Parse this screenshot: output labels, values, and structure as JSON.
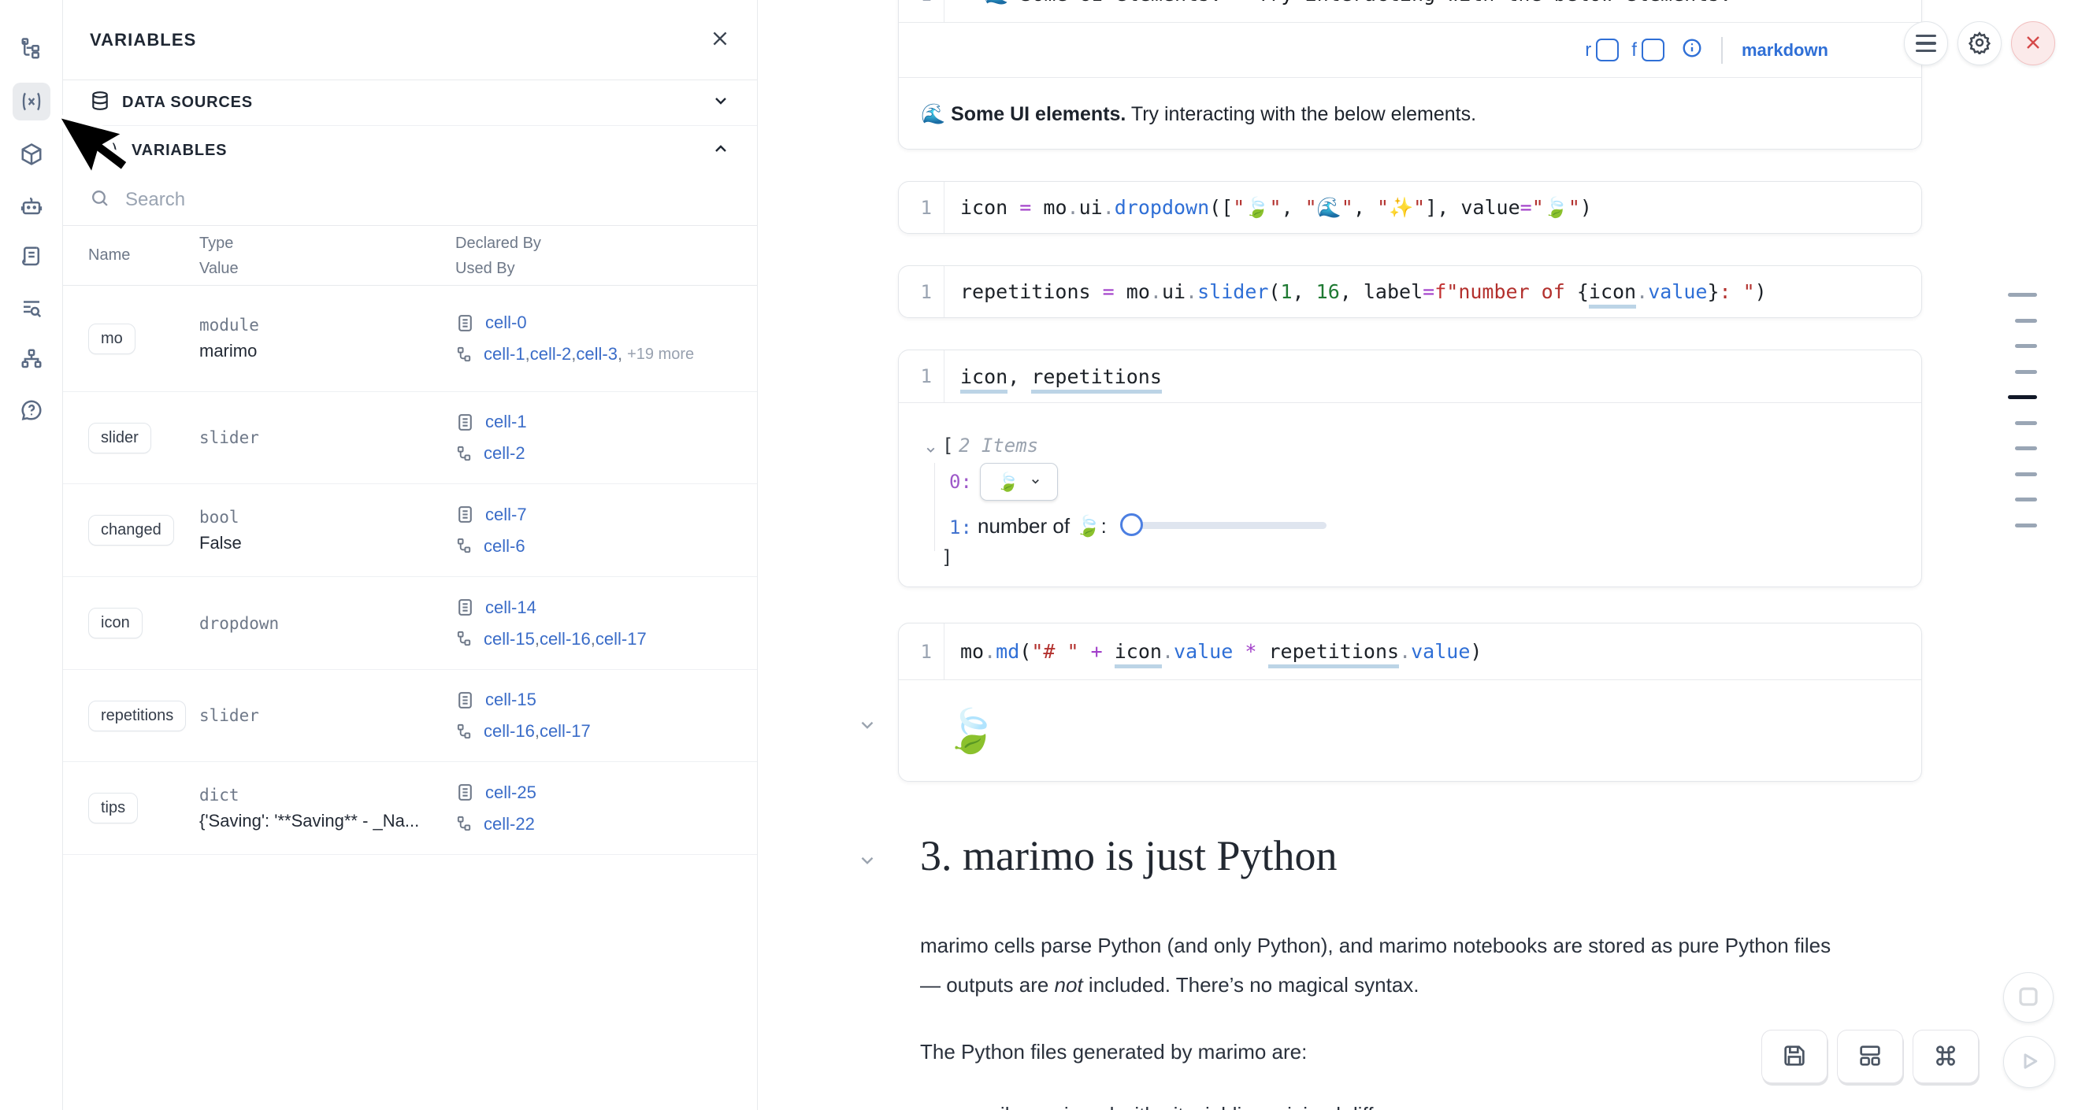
{
  "sidebar": {
    "icons": [
      "file-tree-icon",
      "variables-icon",
      "package-cube-icon",
      "robot-icon",
      "scroll-icon",
      "search-list-icon",
      "dependency-graph-icon",
      "help-icon"
    ],
    "active": "variables-icon"
  },
  "panel": {
    "title": "VARIABLES",
    "data_sources_label": "DATA SOURCES",
    "variables_label": "VARIABLES",
    "variables_icon_text": "(x)",
    "search_placeholder": "Search",
    "sep": ", ",
    "columns": {
      "name": "Name",
      "type": "Type",
      "value": "Value",
      "declared_by": "Declared By",
      "used_by": "Used By"
    },
    "rows": [
      {
        "name": "mo",
        "type": "module",
        "value": "marimo",
        "declared": [
          "cell-0"
        ],
        "used": [
          "cell-1",
          "cell-2",
          "cell-3"
        ],
        "more": "+19 more"
      },
      {
        "name": "slider",
        "type": "slider",
        "value": "",
        "declared": [
          "cell-1"
        ],
        "used": [
          "cell-2"
        ]
      },
      {
        "name": "changed",
        "type": "bool",
        "value": "False",
        "declared": [
          "cell-7"
        ],
        "used": [
          "cell-6"
        ]
      },
      {
        "name": "icon",
        "type": "dropdown",
        "value": "",
        "declared": [
          "cell-14"
        ],
        "used": [
          "cell-15",
          "cell-16",
          "cell-17"
        ]
      },
      {
        "name": "repetitions",
        "type": "slider",
        "value": "",
        "declared": [
          "cell-15"
        ],
        "used": [
          "cell-16",
          "cell-17"
        ]
      },
      {
        "name": "tips",
        "type": "dict",
        "value": "{'Saving': '**Saving** - _Na...",
        "declared": [
          "cell-25"
        ],
        "used": [
          "cell-22"
        ]
      }
    ]
  },
  "notebook": {
    "md_cell": {
      "line_no": "1",
      "code": "**🌊 Some UI elements.** Try interacting with the below elements.",
      "toolbar": {
        "r_label": "r",
        "f_label": "f",
        "lang_label": "markdown"
      },
      "output_bold": "🌊 Some UI elements.",
      "output_rest": " Try interacting with the below elements."
    },
    "cell_dropdown": {
      "line_no": "1",
      "tokens": [
        {
          "t": "icon",
          "c": "v"
        },
        {
          "t": " ",
          "c": "p"
        },
        {
          "t": "=",
          "c": "op"
        },
        {
          "t": " ",
          "c": "p"
        },
        {
          "t": "mo",
          "c": "v"
        },
        {
          "t": ".",
          "c": "pd"
        },
        {
          "t": "ui",
          "c": "v"
        },
        {
          "t": ".",
          "c": "pd"
        },
        {
          "t": "dropdown",
          "c": "fn"
        },
        {
          "t": "([",
          "c": "p"
        },
        {
          "t": "\"🍃\"",
          "c": "str"
        },
        {
          "t": ", ",
          "c": "p"
        },
        {
          "t": "\"🌊\"",
          "c": "str"
        },
        {
          "t": ", ",
          "c": "p"
        },
        {
          "t": "\"✨\"",
          "c": "str"
        },
        {
          "t": "], ",
          "c": "p"
        },
        {
          "t": "value",
          "c": "v"
        },
        {
          "t": "=",
          "c": "op"
        },
        {
          "t": "\"🍃\"",
          "c": "str"
        },
        {
          "t": ")",
          "c": "p"
        }
      ]
    },
    "cell_slider": {
      "line_no": "1",
      "tokens": [
        {
          "t": "repetitions",
          "c": "v"
        },
        {
          "t": " ",
          "c": "p"
        },
        {
          "t": "=",
          "c": "op"
        },
        {
          "t": " ",
          "c": "p"
        },
        {
          "t": "mo",
          "c": "v"
        },
        {
          "t": ".",
          "c": "pd"
        },
        {
          "t": "ui",
          "c": "v"
        },
        {
          "t": ".",
          "c": "pd"
        },
        {
          "t": "slider",
          "c": "fn"
        },
        {
          "t": "(",
          "c": "p"
        },
        {
          "t": "1",
          "c": "num"
        },
        {
          "t": ", ",
          "c": "p"
        },
        {
          "t": "16",
          "c": "num"
        },
        {
          "t": ", ",
          "c": "p"
        },
        {
          "t": "label",
          "c": "v"
        },
        {
          "t": "=",
          "c": "op"
        },
        {
          "t": "f",
          "c": "kw"
        },
        {
          "t": "\"number of ",
          "c": "str"
        },
        {
          "t": "{",
          "c": "p"
        },
        {
          "t": "icon",
          "c": "v u"
        },
        {
          "t": ".",
          "c": "pd"
        },
        {
          "t": "value",
          "c": "fn"
        },
        {
          "t": "}",
          "c": "p"
        },
        {
          "t": ": \"",
          "c": "str"
        },
        {
          "t": ")",
          "c": "p"
        }
      ]
    },
    "cell_refs": {
      "line_no": "1",
      "tokens": [
        {
          "t": "icon",
          "c": "v u"
        },
        {
          "t": ", ",
          "c": "p"
        },
        {
          "t": "repetitions",
          "c": "v u"
        }
      ]
    },
    "cell_md_expr": {
      "line_no": "1",
      "tokens": [
        {
          "t": "mo",
          "c": "v"
        },
        {
          "t": ".",
          "c": "pd"
        },
        {
          "t": "md",
          "c": "fn"
        },
        {
          "t": "(",
          "c": "p"
        },
        {
          "t": "\"# \"",
          "c": "str"
        },
        {
          "t": " ",
          "c": "p"
        },
        {
          "t": "+",
          "c": "op"
        },
        {
          "t": " ",
          "c": "p"
        },
        {
          "t": "icon",
          "c": "v u"
        },
        {
          "t": ".",
          "c": "pd"
        },
        {
          "t": "value",
          "c": "fn"
        },
        {
          "t": " ",
          "c": "p"
        },
        {
          "t": "*",
          "c": "op"
        },
        {
          "t": " ",
          "c": "p"
        },
        {
          "t": "repetitions",
          "c": "v u"
        },
        {
          "t": ".",
          "c": "pd"
        },
        {
          "t": "value",
          "c": "fn"
        },
        {
          "t": ")",
          "c": "p"
        }
      ]
    },
    "tree_output": {
      "bracket_open": "[",
      "count_label": "2 Items",
      "index0": "0:",
      "index1": "1:",
      "dropdown_value": "🍃",
      "slider_label": "number of 🍃: ",
      "bracket_close": "]"
    },
    "leaf_output": "🍃",
    "section": {
      "heading": "3. marimo is just Python",
      "p1_line1": "marimo cells parse Python (and only Python), and marimo notebooks are stored as pure Python files",
      "p1_line2_pre": "— outputs are ",
      "p1_line2_em": "not",
      "p1_line2_post": " included. There’s no magical syntax.",
      "p2": "The Python files generated by marimo are:",
      "bullet1": "easily versioned with git, yielding minimal diffs"
    }
  },
  "top_buttons": {
    "icons": [
      "menu-icon",
      "gear-icon",
      "shutdown-x-icon"
    ]
  },
  "footer_buttons": {
    "icons": [
      "save-icon",
      "layout-icon",
      "command-icon",
      "stop-icon",
      "play-icon"
    ]
  },
  "minimap": {
    "dashes": [
      {
        "w": 37,
        "active": false
      },
      {
        "w": 28,
        "active": false
      },
      {
        "w": 28,
        "active": false
      },
      {
        "w": 28,
        "active": false
      },
      {
        "w": 37,
        "active": true
      },
      {
        "w": 28,
        "active": false
      },
      {
        "w": 28,
        "active": false
      },
      {
        "w": 28,
        "active": false
      },
      {
        "w": 28,
        "active": false
      },
      {
        "w": 28,
        "active": false
      }
    ]
  },
  "colors": {
    "accent_blue": "#2f6fd6",
    "link_blue": "#3a6cc8",
    "danger_red": "#d54949",
    "underline_highlight": "#bcd4e6",
    "slate_icon": "#5b6b84"
  }
}
